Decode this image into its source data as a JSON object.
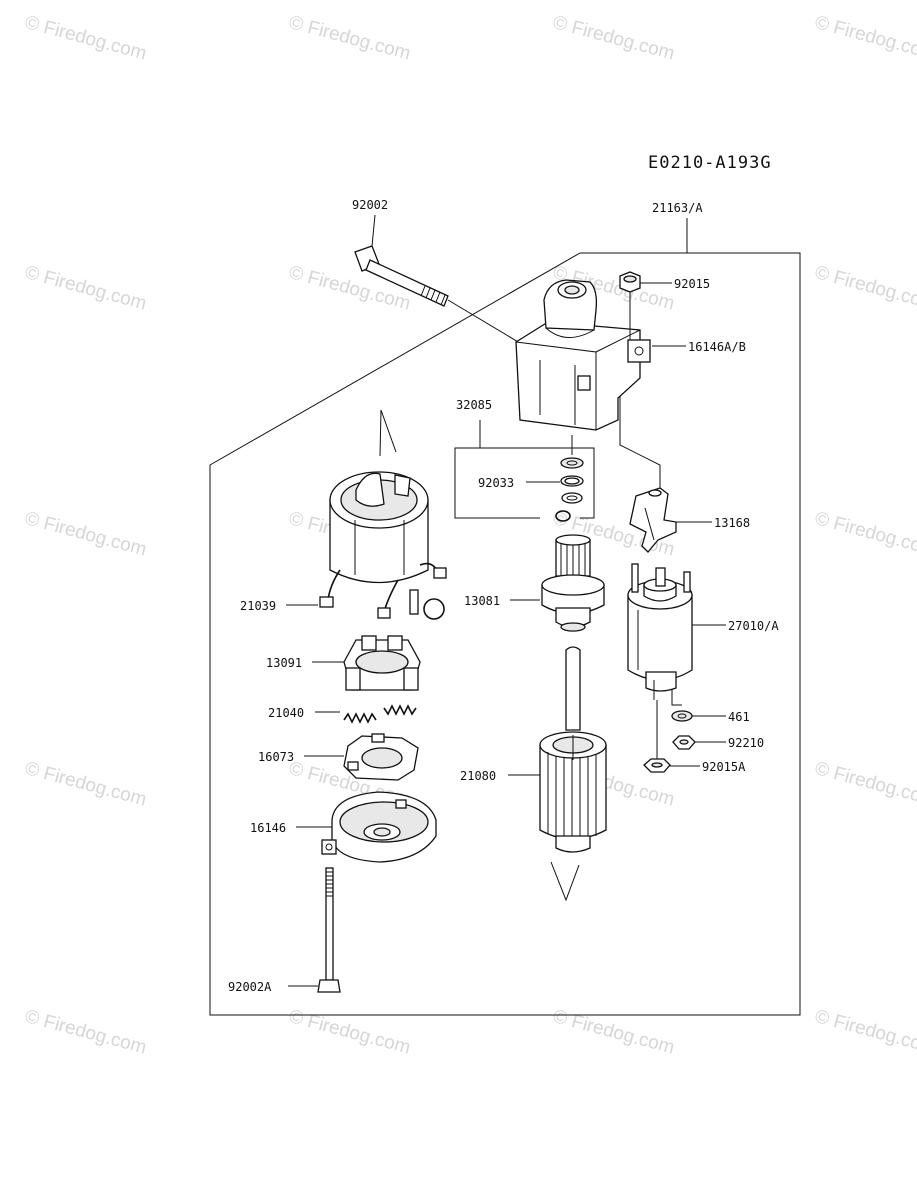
{
  "watermark": "© Firedog.com",
  "diagram_code": "E0210-A193G",
  "labels": {
    "bolt_top": "92002",
    "assembly": "21163/A",
    "nut_top": "92015",
    "housing": "16146A/B",
    "washer_set": "32085",
    "washers": "92033",
    "lever": "13168",
    "yoke": "21039",
    "clutch": "13081",
    "solenoid": "27010/A",
    "brush_holder": "13091",
    "springs": "21040",
    "nut_461": "461",
    "nut_92210": "92210",
    "nut_92015a": "92015A",
    "plate": "16073",
    "armature": "21080",
    "end_cover": "16146",
    "bolt_bottom": "92002A"
  },
  "colors": {
    "ink": "#111111",
    "watermark": "#d6d6d6"
  }
}
